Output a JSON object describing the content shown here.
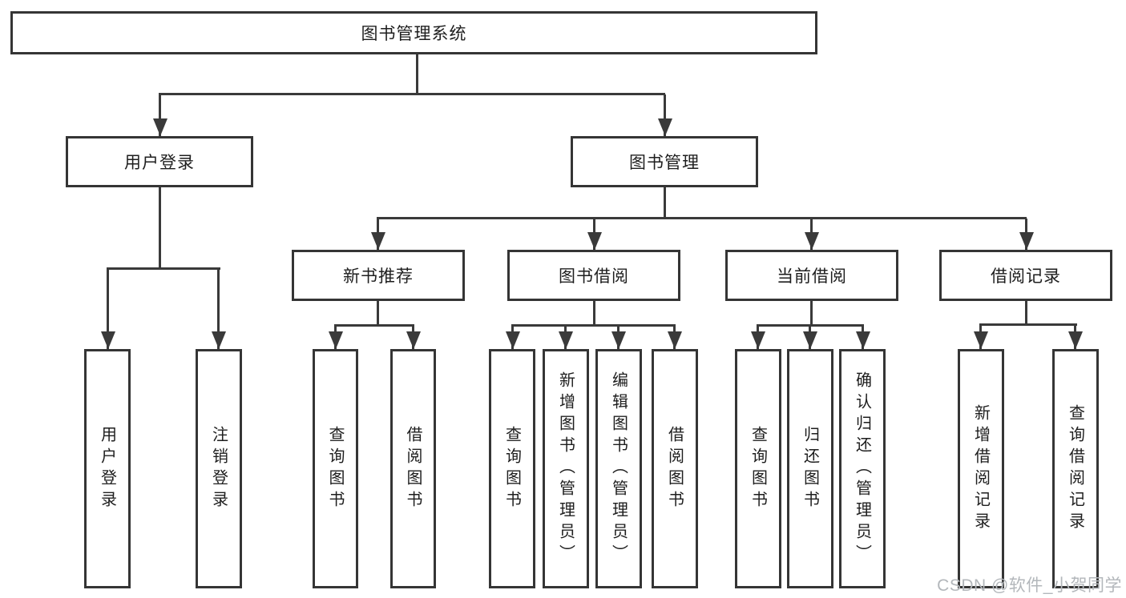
{
  "diagram_type": "hierarchy-tree",
  "tree": {
    "root": {
      "label": "图书管理系统"
    },
    "children": [
      {
        "label": "用户登录",
        "children": [
          {
            "label": "用户登录"
          },
          {
            "label": "注销登录"
          }
        ]
      },
      {
        "label": "图书管理",
        "children": [
          {
            "label": "新书推荐",
            "children": [
              {
                "label": "查询图书"
              },
              {
                "label": "借阅图书"
              }
            ]
          },
          {
            "label": "图书借阅",
            "children": [
              {
                "label": "查询图书"
              },
              {
                "label": "新增图书（管理员）"
              },
              {
                "label": "编辑图书（管理员）"
              },
              {
                "label": "借阅图书"
              }
            ]
          },
          {
            "label": "当前借阅",
            "children": [
              {
                "label": "查询图书"
              },
              {
                "label": "归还图书"
              },
              {
                "label": "确认归还（管理员）"
              }
            ]
          },
          {
            "label": "借阅记录",
            "children": [
              {
                "label": "新增借阅记录"
              },
              {
                "label": "查询借阅记录"
              }
            ]
          }
        ]
      }
    ]
  },
  "watermark": "CSDN @软件_小贺同学",
  "colors": {
    "line": "#3a3a3a",
    "border": "#353535",
    "text": "#1e1e1e",
    "background": "#ffffff",
    "watermark": "#b3b7bb"
  }
}
